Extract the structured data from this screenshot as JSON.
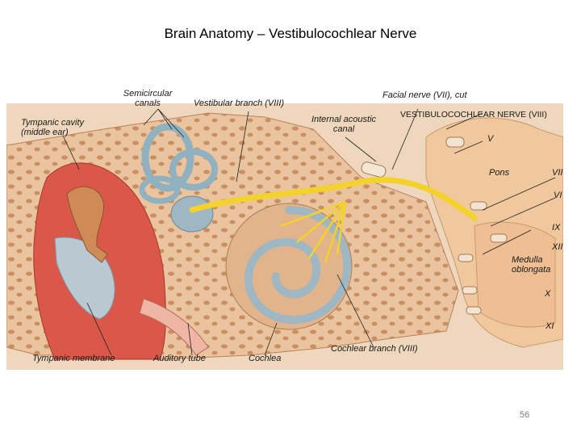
{
  "slide": {
    "title": "Brain Anatomy – Vestibulocochlear Nerve",
    "page_number": "56"
  },
  "figure": {
    "labels": {
      "semicircular_canals_1": "Semicircular",
      "semicircular_canals_2": "canals",
      "tympanic_cavity_1": "Tympanic cavity",
      "tympanic_cavity_2": "(middle ear)",
      "vestibular_branch": "Vestibular branch (VIII)",
      "internal_acoustic_1": "Internal acoustic",
      "internal_acoustic_2": "canal",
      "facial_nerve": "Facial nerve (VII), cut",
      "vestibulocochlear_nerve": "VESTIBULOCOCHLEAR NERVE (VIII)",
      "cn_v": "V",
      "pons": "Pons",
      "cn_vii": "VII",
      "cn_vi": "VI",
      "cn_ix": "IX",
      "cn_xii": "XII",
      "medulla_1": "Medulla",
      "medulla_2": "oblongata",
      "cn_x": "X",
      "cn_xi": "XI",
      "tympanic_membrane": "Tympanic membrane",
      "auditory_tube": "Auditory tube",
      "cochlea": "Cochlea",
      "cochlear_branch": "Cochlear branch (VIII)"
    },
    "colors": {
      "bone": "#e7c09a",
      "bone_pores": "#c98f63",
      "muscle": "#d8574a",
      "nerve": "#f3d22b",
      "cochlea_fluid": "#9fb7c2",
      "brainstem": "#f1c79d"
    }
  }
}
